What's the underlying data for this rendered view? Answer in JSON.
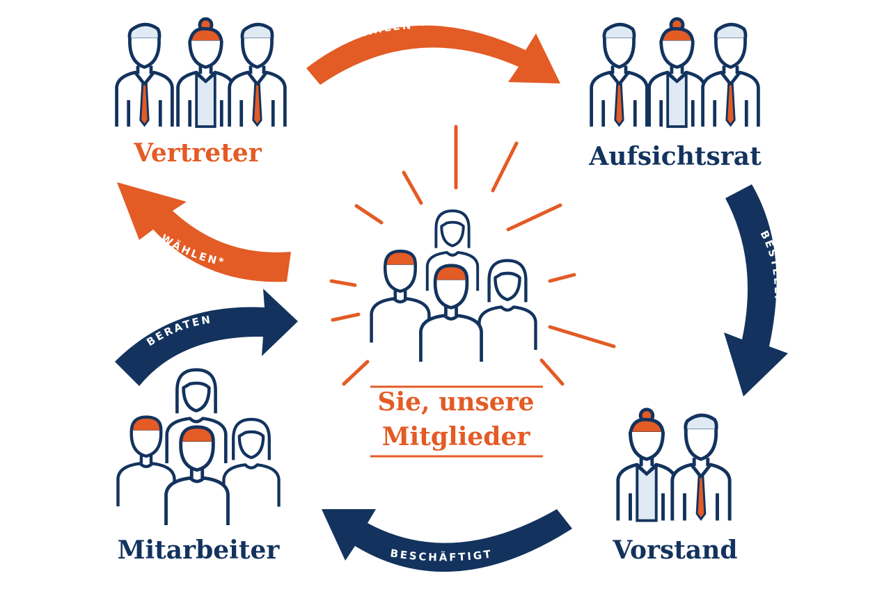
{
  "colors": {
    "navy": "#13335e",
    "orange": "#e35b25",
    "light_blue": "#dfeaf5",
    "white": "#ffffff"
  },
  "nodes": {
    "vertreter": {
      "label": "Vertreter",
      "color": "#e35b25",
      "icon": "three-people-business-icon"
    },
    "aufsichtsrat": {
      "label": "Aufsichtsrat",
      "color": "#13335e",
      "icon": "three-people-business-icon"
    },
    "vorstand": {
      "label": "Vorstand",
      "color": "#13335e",
      "icon": "two-people-business-icon"
    },
    "mitarbeiter": {
      "label": "Mitarbeiter",
      "color": "#13335e",
      "icon": "four-people-group-icon"
    },
    "mitglieder": {
      "label_line1": "Sie, unsere",
      "label_line2": "Mitglieder",
      "color": "#e35b25",
      "icon": "four-people-group-highlighted-icon"
    }
  },
  "edges": [
    {
      "id": "waehlen-2",
      "label": "WÄHLEN**",
      "from": "Vertreter",
      "to": "Aufsichtsrat",
      "color": "#e35b25"
    },
    {
      "id": "bestellt",
      "label": "BESTELLT",
      "from": "Aufsichtsrat",
      "to": "Vorstand",
      "color": "#13335e"
    },
    {
      "id": "beschaeftigt",
      "label": "BESCHÄFTIGT",
      "from": "Vorstand",
      "to": "Mitarbeiter",
      "color": "#13335e"
    },
    {
      "id": "beraten",
      "label": "BERATEN",
      "from": "Mitarbeiter",
      "to": "Sie, unsere Mitglieder",
      "color": "#13335e"
    },
    {
      "id": "waehlen-1",
      "label": "WÄHLEN*",
      "from": "Sie, unsere Mitglieder",
      "to": "Vertreter",
      "color": "#e35b25"
    }
  ]
}
